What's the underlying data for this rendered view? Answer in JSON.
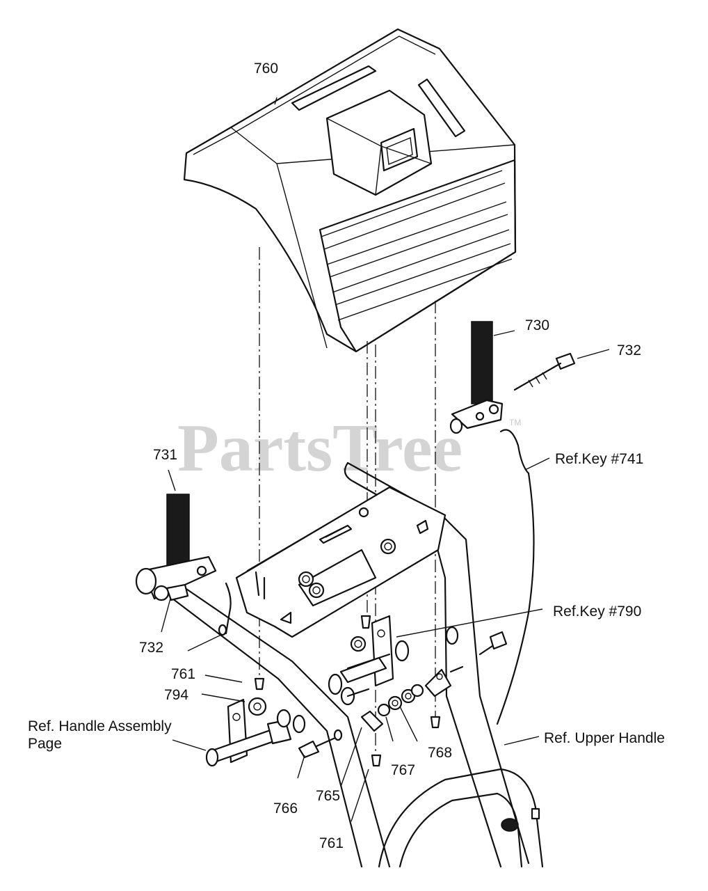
{
  "watermark": {
    "text": "PartsTree",
    "trademark": "TM"
  },
  "callouts": {
    "c760": "760",
    "c730": "730",
    "c732_right": "732",
    "c731": "731",
    "c732_left": "732",
    "c761_a": "761",
    "c794": "794",
    "c766": "766",
    "c765": "765",
    "c767": "767",
    "c768": "768",
    "c761_b": "761"
  },
  "references": {
    "ref741": "Ref.Key #741",
    "ref790": "Ref.Key #790",
    "ref_handle_line1": "Ref. Handle Assembly",
    "ref_handle_line2": "Page",
    "ref_upper_handle": "Ref. Upper Handle"
  }
}
